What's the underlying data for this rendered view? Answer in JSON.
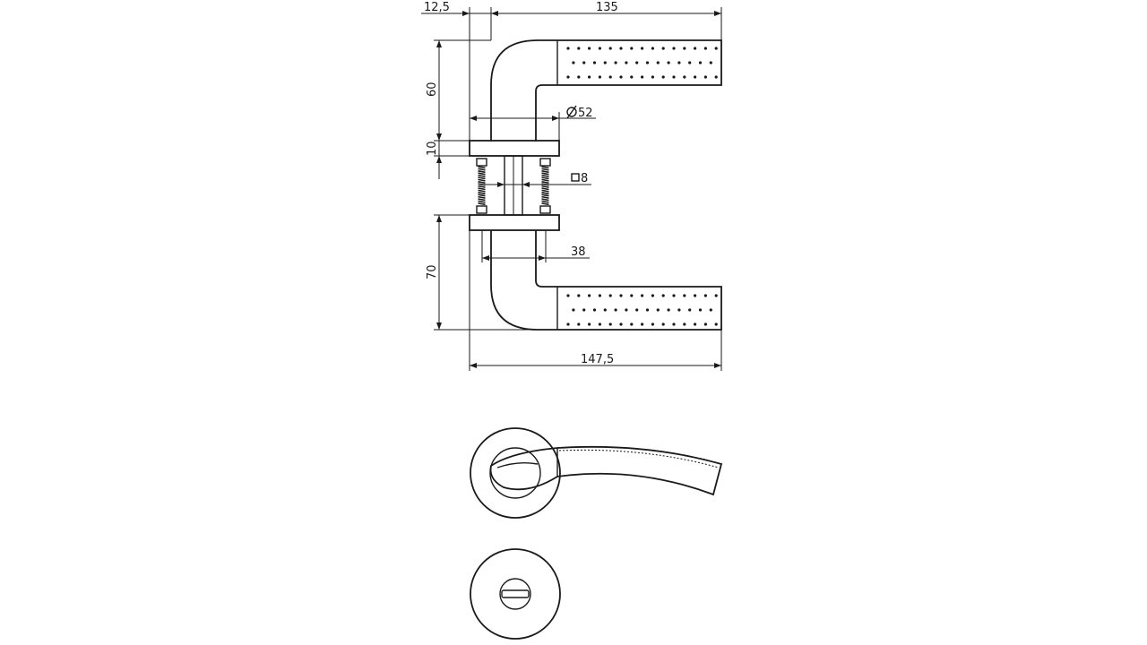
{
  "dimensions": {
    "rose_thickness_top": "12,5",
    "lever_length": "135",
    "top_height": "60",
    "rose_diameter": "52",
    "rose_height": "10",
    "spindle_square": "8",
    "bottom_height": "70",
    "spindle_span": "38",
    "overall_length": "147,5"
  },
  "colors": {
    "line": "#1a1a1a",
    "background": "#ffffff"
  }
}
